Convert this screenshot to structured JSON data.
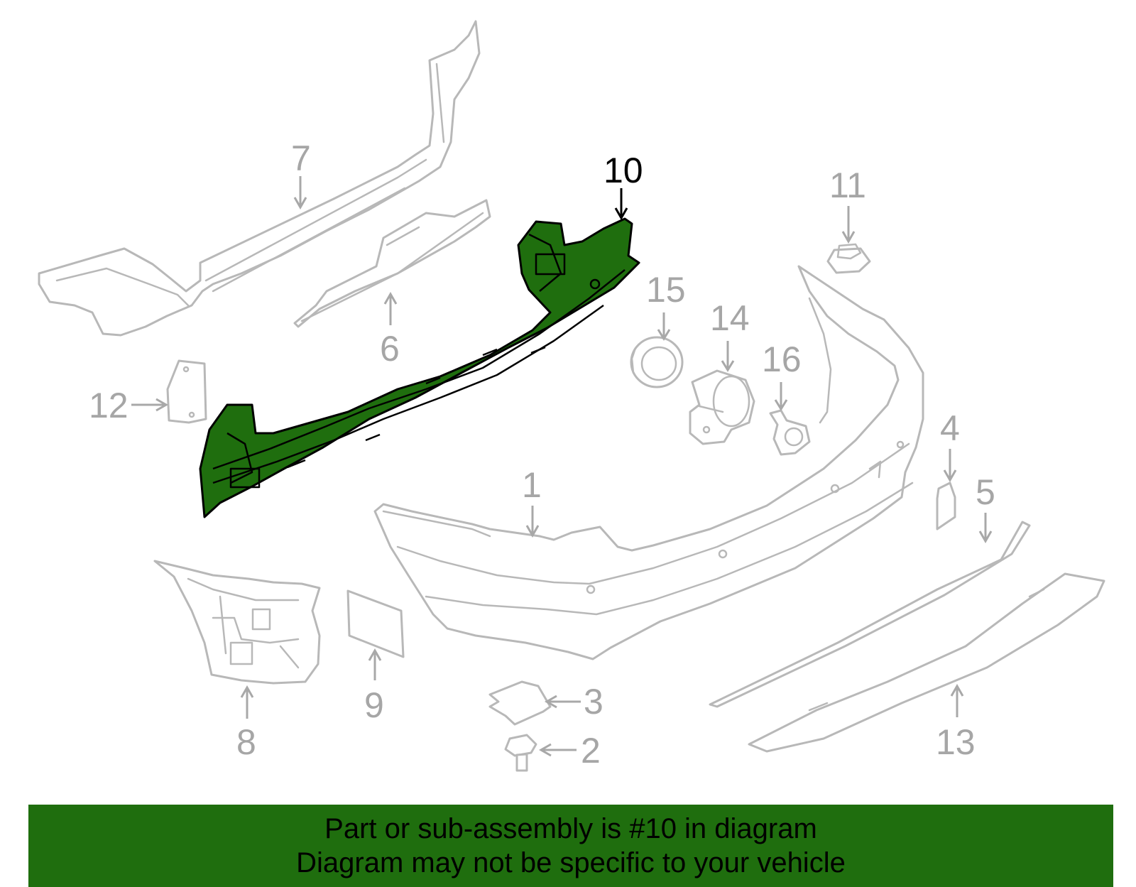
{
  "diagram": {
    "highlight_color": "#1f6e0e",
    "callouts": {
      "c1": "1",
      "c2": "2",
      "c3": "3",
      "c4": "4",
      "c5": "5",
      "c6": "6",
      "c7": "7",
      "c8": "8",
      "c9": "9",
      "c10": "10",
      "c11": "11",
      "c12": "12",
      "c13": "13",
      "c14": "14",
      "c15": "15",
      "c16": "16"
    }
  },
  "banner": {
    "line1": "Part or sub-assembly is #10 in diagram",
    "line2": "Diagram may not be specific to your vehicle",
    "background": "#1f6e0e"
  }
}
